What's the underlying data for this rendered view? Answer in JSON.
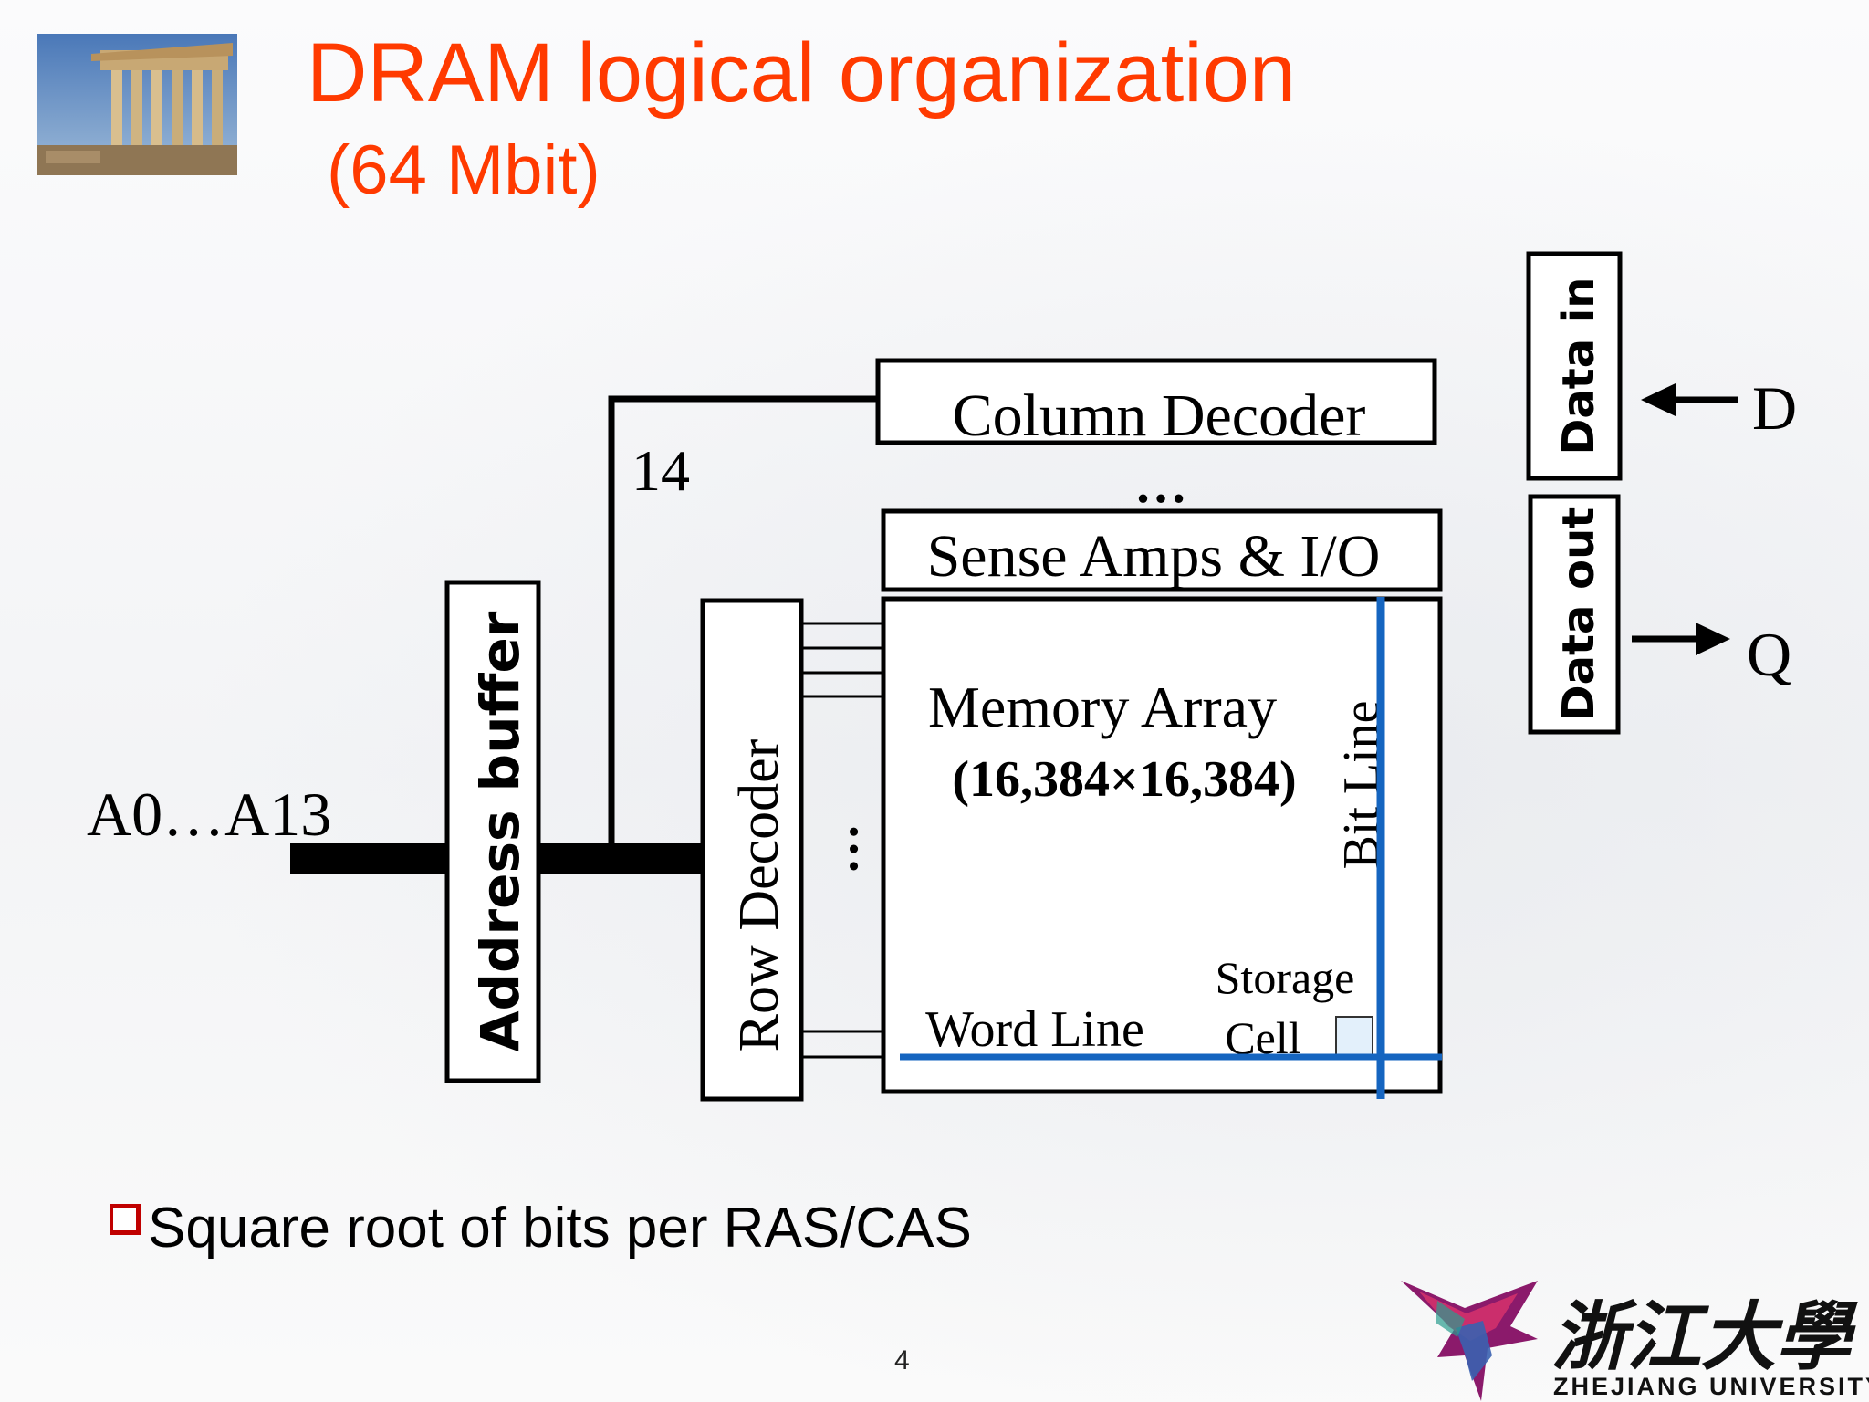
{
  "slide": {
    "title": "DRAM logical organization",
    "subtitle": "(64 Mbit)",
    "page_number": "4"
  },
  "diagram": {
    "address_label": "A0…A13",
    "bus_width_label": "14",
    "address_buffer_label": "Address buffer",
    "row_decoder_label": "Row Decoder",
    "column_decoder_label": "Column Decoder",
    "sense_amps_label": "Sense Amps & I/O",
    "memory_array_label": "Memory Array",
    "memory_array_size": "(16,384×16,384)",
    "bit_line_label": "Bit Line",
    "word_line_label": "Word Line",
    "storage_label": "Storage",
    "cell_label": "Cell",
    "data_in_label": "Data in",
    "data_out_label": "Data out",
    "d_label": "D",
    "q_label": "Q",
    "col_ellipsis": "…",
    "row_ellipsis": "…",
    "line_color": "#1565c0"
  },
  "bullets": [
    "Square root of bits per RAS/CAS"
  ],
  "logo": {
    "name_cn": "浙江大學",
    "name_en": "ZHEJIANG UNIVERSITY"
  }
}
